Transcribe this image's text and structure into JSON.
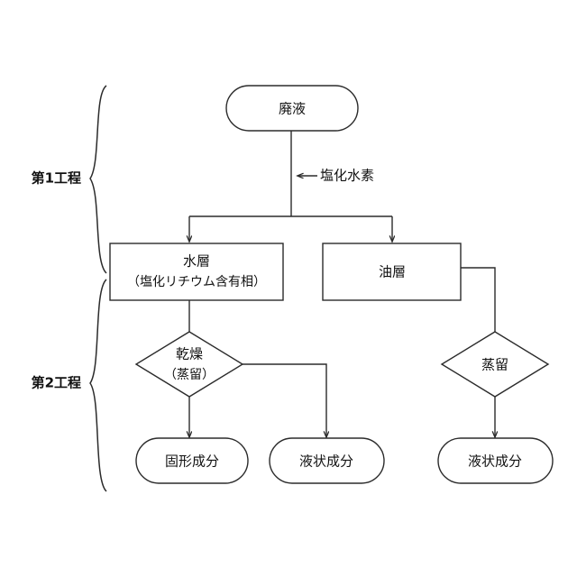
{
  "diagram": {
    "title": "",
    "background_color": "#ffffff",
    "line_color": "#2b2b2b",
    "text_color": "#111111",
    "stages": [
      {
        "id": "stage-1",
        "label": "第1工程"
      },
      {
        "id": "stage-2",
        "label": "第2工程"
      }
    ],
    "nodes": [
      {
        "id": "waste-liquid",
        "label": "廃液",
        "shape": "stadium"
      },
      {
        "id": "aqueous-layer",
        "label": "水層",
        "label2": "（塩化リチウム含有相）",
        "shape": "rectangle"
      },
      {
        "id": "oil-layer",
        "label": "油層",
        "shape": "rectangle"
      },
      {
        "id": "drying",
        "label": "乾燥",
        "label2": "（蒸留）",
        "shape": "diamond"
      },
      {
        "id": "distillation",
        "label": "蒸留",
        "shape": "diamond"
      },
      {
        "id": "solid-component",
        "label": "固形成分",
        "shape": "stadium"
      },
      {
        "id": "liquid-component-left",
        "label": "液状成分",
        "shape": "stadium"
      },
      {
        "id": "liquid-component-right",
        "label": "液状成分",
        "shape": "stadium"
      }
    ],
    "edge_labels": [
      {
        "id": "hydrogen-chloride",
        "label": "塩化水素"
      }
    ]
  }
}
